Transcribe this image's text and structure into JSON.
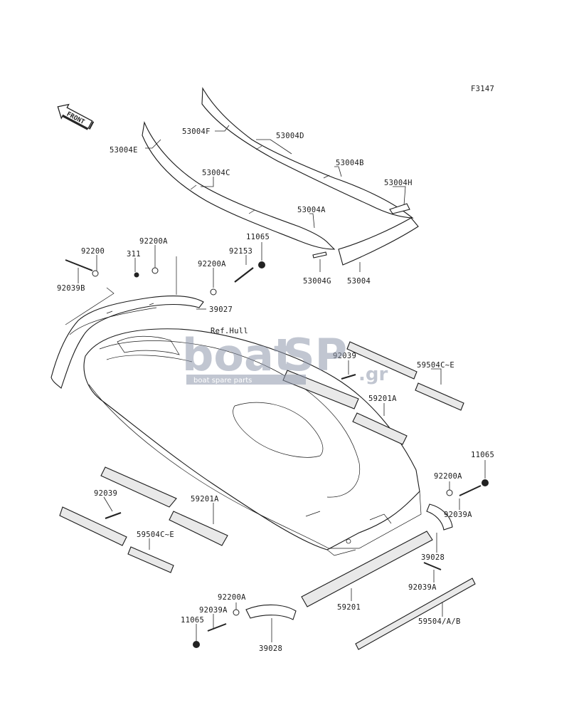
{
  "diagram": {
    "figure_code": "F3147",
    "front_label": "FRONT",
    "ref_label": "Ref.Hull",
    "watermark": {
      "brand_a": "boat",
      "brand_b": "SP",
      "tld": ".gr",
      "tagline": "boat spare parts",
      "color": "#9aa3b8"
    },
    "labels": {
      "p53004F": "53004F",
      "p53004D": "53004D",
      "p53004E": "53004E",
      "p53004B": "53004B",
      "p53004C": "53004C",
      "p53004H": "53004H",
      "p53004A": "53004A",
      "p53004G": "53004G",
      "p53004": "53004",
      "p11065a": "11065",
      "p92153": "92153",
      "p92200Aa": "92200A",
      "p92200": "92200",
      "p311": "311",
      "p92200Ab": "92200A",
      "p92039B": "92039B",
      "p39027": "39027",
      "p92039a": "92039",
      "p59504CEa": "59504C~E",
      "p59201Aa": "59201A",
      "p11065b": "11065",
      "p92200Ac": "92200A",
      "p92039Aa": "92039A",
      "p92039b": "92039",
      "p59201Ab": "59201A",
      "p59504CEb": "59504C~E",
      "p39028a": "39028",
      "p92039Ab": "92039A",
      "p59201": "59201",
      "p92200Ad": "92200A",
      "p92039Ac": "92039A",
      "p11065c": "11065",
      "p59504AB": "59504/A/B",
      "p39028b": "39028"
    }
  }
}
